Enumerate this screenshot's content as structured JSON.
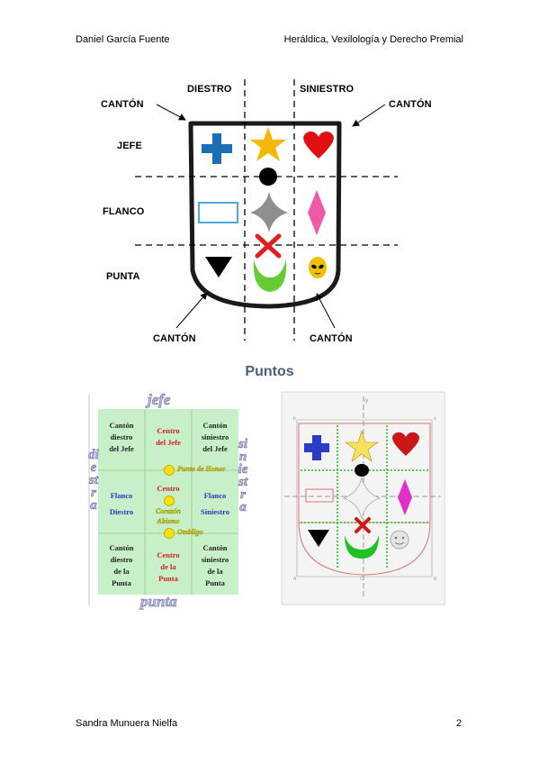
{
  "header": {
    "author": "Daniel García Fuente",
    "title": "Heráldica, Vexilología y Derecho Premial"
  },
  "diagram1": {
    "labels": {
      "diestro": "DIESTRO",
      "siniestro": "SINIESTRO",
      "canton_top_left": "CANTÓN",
      "canton_top_right": "CANTÓN",
      "jefe": "JEFE",
      "flanco": "FLANCO",
      "punta": "PUNTA",
      "canton_bottom_left": "CANTÓN",
      "canton_bottom_right": "CANTÓN"
    },
    "colors": {
      "cross": "#1a6fb5",
      "star": "#f5b800",
      "heart": "#e01010",
      "circle": "#000000",
      "rectangle_stroke": "#4ea8e0",
      "diamond_star": "#8f8f8f",
      "lozenge": "#ee5aa8",
      "x_mark": "#e02020",
      "triangle": "#000000",
      "crescent": "#66cc33",
      "alien": "#f0c000"
    }
  },
  "section_title": "Puntos",
  "diagram2": {
    "top_label": "jefe",
    "bottom_label": "punta",
    "left_label": "diestra",
    "right_label": "siniestra",
    "cells": {
      "r1c1": [
        "Cantón",
        "diestro",
        "del Jefe"
      ],
      "r1c2": [
        "Centro",
        "del Jefe"
      ],
      "r1c3": [
        "Cantón",
        "siniestro",
        "del Jefe"
      ],
      "r2c1": [
        "Flanco",
        "Diestro"
      ],
      "r2c2": [
        "Centro"
      ],
      "r2c3": [
        "Flanco",
        "Siniestro"
      ],
      "r3c1": [
        "Cantón",
        "diestro",
        "de la",
        "Punta"
      ],
      "r3c2": [
        "Centro",
        "de la",
        "Punta"
      ],
      "r3c3": [
        "Cantón",
        "siniestro",
        "de la",
        "Punta"
      ]
    },
    "points": {
      "honor": "Punto de Honor",
      "corazon": "Corazón",
      "abismo": "Abismo",
      "ombligo": "Ombligo"
    },
    "colors": {
      "grid_bg": "#c8f0c8",
      "point_fill": "#ffe000"
    }
  },
  "diagram3": {
    "axis_y": "y",
    "corner_labels": [
      "b",
      "a",
      "A",
      "B",
      "C"
    ]
  },
  "footer": {
    "author": "Sandra Munuera Nielfa",
    "page_number": "2"
  }
}
